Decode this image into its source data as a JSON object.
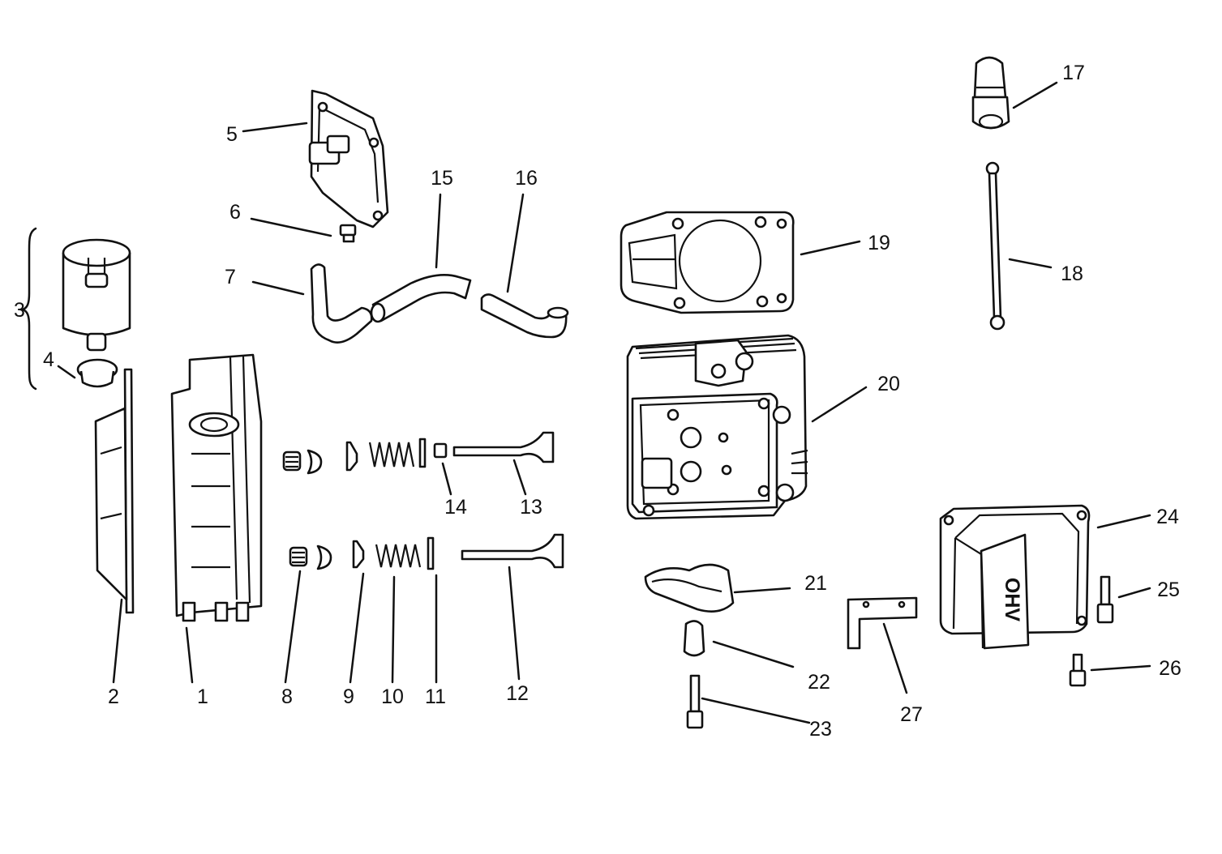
{
  "labels": {
    "l1": "1",
    "l2": "2",
    "l3": "3",
    "l4": "4",
    "l5": "5",
    "l6": "6",
    "l7": "7",
    "l8": "8",
    "l9": "9",
    "l10": "10",
    "l11": "11",
    "l12": "12",
    "l13": "13",
    "l14": "14",
    "l15": "15",
    "l16": "16",
    "l17": "17",
    "l18": "18",
    "l19": "19",
    "l20": "20",
    "l21": "21",
    "l22": "22",
    "l23": "23",
    "l24": "24",
    "l25": "25",
    "l26": "26",
    "l27": "27"
  },
  "cover_emblem": "OHV"
}
